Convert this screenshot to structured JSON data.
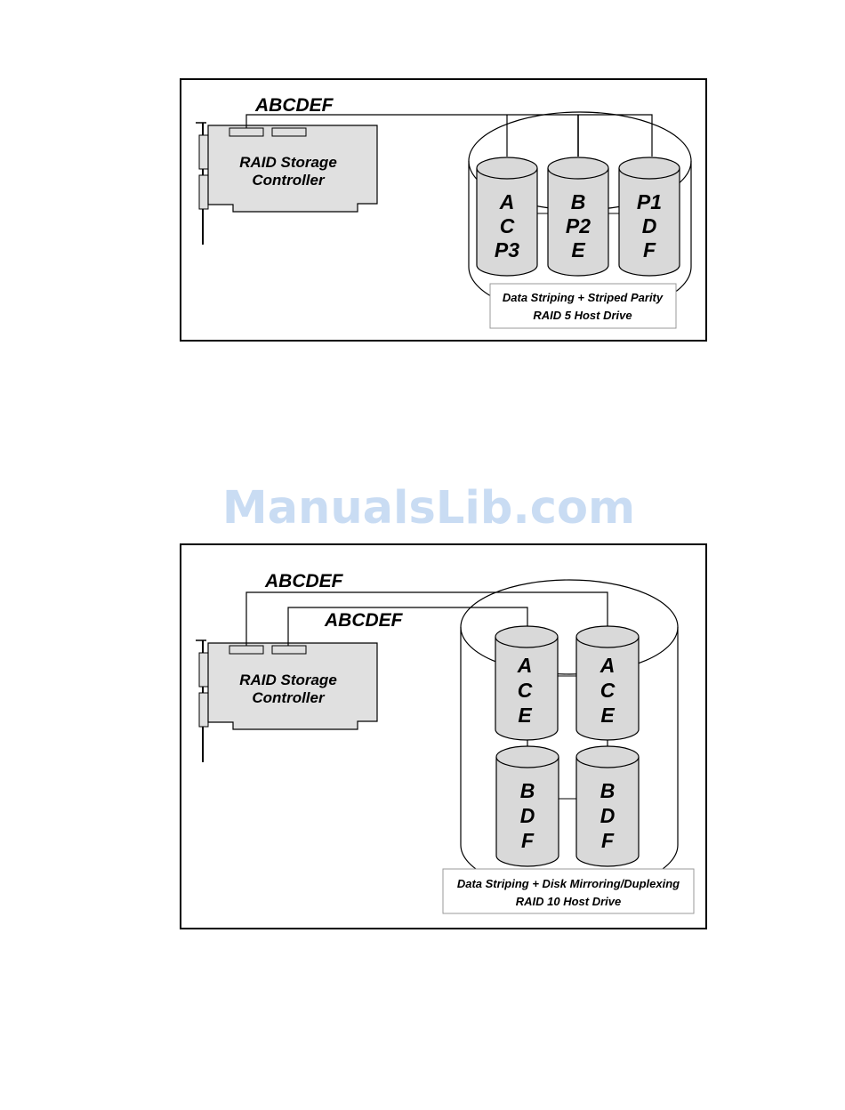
{
  "watermark": "ManualsLib.com",
  "raid5": {
    "bus_label": "ABCDEF",
    "controller_line1": "RAID Storage",
    "controller_line2": "Controller",
    "disks": [
      [
        "A",
        "C",
        "P3"
      ],
      [
        "B",
        "P2",
        "E"
      ],
      [
        "P1",
        "D",
        "F"
      ]
    ],
    "caption_line1": "Data Striping + Striped Parity",
    "caption_line2": "RAID 5 Host Drive"
  },
  "raid10": {
    "bus_label_1": "ABCDEF",
    "bus_label_2": "ABCDEF",
    "controller_line1": "RAID Storage",
    "controller_line2": "Controller",
    "top_disks": [
      [
        "A",
        "C",
        "E"
      ],
      [
        "A",
        "C",
        "E"
      ]
    ],
    "bottom_disks": [
      [
        "B",
        "D",
        "F"
      ],
      [
        "B",
        "D",
        "F"
      ]
    ],
    "caption_line1": "Data Striping + Disk Mirroring/Duplexing",
    "caption_line2": "RAID 10 Host Drive"
  },
  "colors": {
    "disk_fill": "#d9d9d9",
    "card_fill": "#e0e0e0",
    "watermark": "#c9dcf3"
  }
}
